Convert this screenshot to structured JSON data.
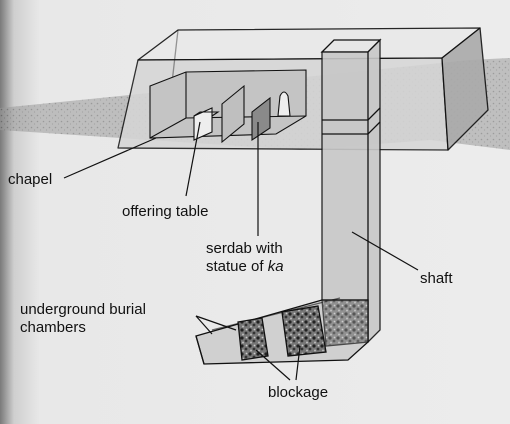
{
  "labels": {
    "chapel": "chapel",
    "offering_table": "offering table",
    "serdab_line1": "serdab with",
    "serdab_line2_prefix": "statue of ",
    "serdab_line2_italic": "ka",
    "shaft": "shaft",
    "burial_line1": "underground burial",
    "burial_line2": "chambers",
    "blockage": "blockage"
  },
  "colors": {
    "ground": "#8f8f8f",
    "mastaba_face": "#d6d6d6",
    "mastaba_side": "#aaaaaa",
    "mastaba_top": "#e9e9e9",
    "shaft_fill": "#cccccc",
    "ink": "#111111",
    "rubble": "#4a4a4a"
  }
}
